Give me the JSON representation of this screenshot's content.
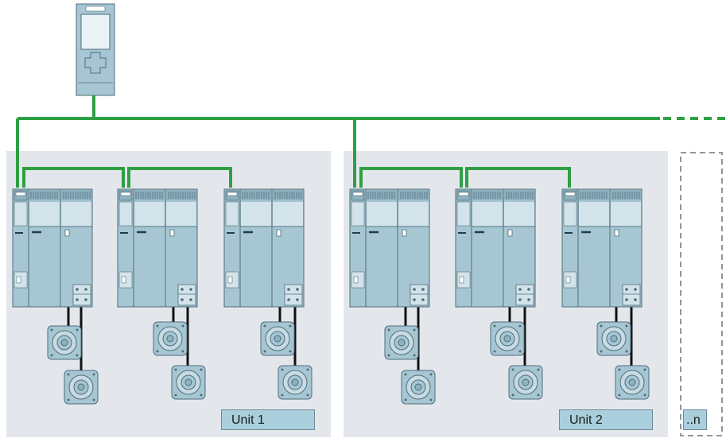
{
  "units": [
    {
      "label": "Unit 1"
    },
    {
      "label": "Unit 2"
    }
  ],
  "unit_n": {
    "label": "..n"
  },
  "colors": {
    "network_line": "#2ea043",
    "unit_background": "#e3e7ec",
    "device_fill": "#a7c6d3",
    "device_stroke": "#4e6d79",
    "label_fill": "#a9cfdc"
  }
}
